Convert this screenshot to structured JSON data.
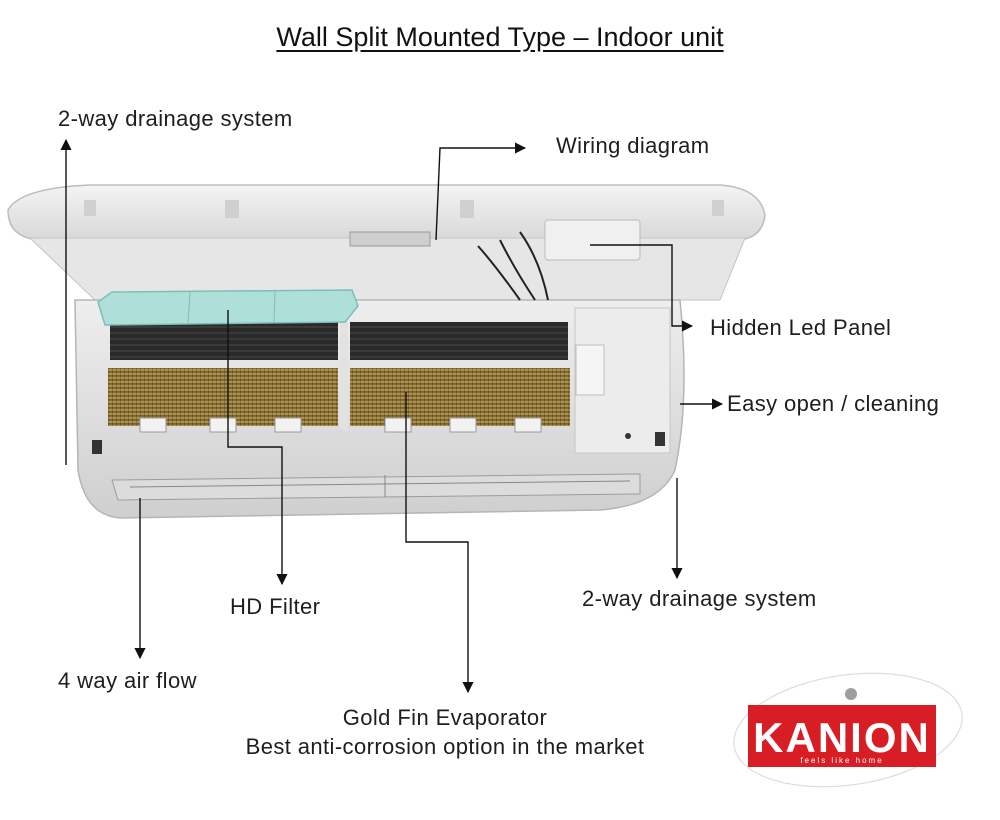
{
  "title": "Wall Split Mounted Type – Indoor unit",
  "callouts": {
    "drainage_top": "2-way drainage system",
    "wiring_diagram": "Wiring diagram",
    "hidden_led_panel": "Hidden Led Panel",
    "easy_open": "Easy open / cleaning",
    "drainage_right": "2-way drainage system",
    "hd_filter": "HD Filter",
    "air_flow": "4 way air flow",
    "gold_fin_line1": "Gold Fin Evaporator",
    "gold_fin_line2": "Best anti-corrosion option in the market"
  },
  "logo": {
    "brand": "KANION",
    "tagline": "feels like home",
    "color": "#d81e24"
  }
}
